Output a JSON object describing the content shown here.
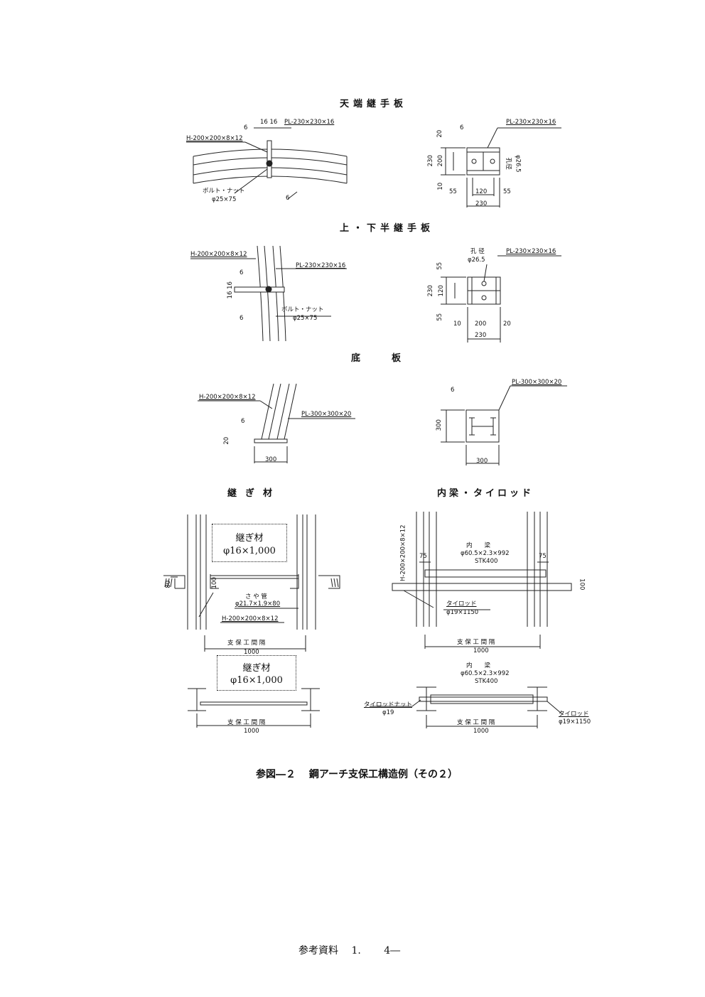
{
  "sections": {
    "crown_plate": "天端継手板",
    "upper_lower_plate": "上・下半継手板",
    "base_plate": "底　　板",
    "tie_member": "継ぎ材",
    "inner_beam": "内梁・タイロッド"
  },
  "crown": {
    "weld_left": "6",
    "dims_top": "16 16",
    "plate": "PL-230×230×16",
    "member": "H-200×200×8×12",
    "bolt_label": "ボルト・ナット",
    "bolt_size": "φ25×75",
    "weld_bottom": "6",
    "right_weld": "6",
    "right_plate": "PL-230×230×16",
    "dim_20": "20",
    "dim_230": "230",
    "dim_200": "200",
    "dim_10": "10",
    "hole_label": "孔径",
    "hole_size": "φ26.5",
    "dim_55a": "55",
    "dim_120": "120",
    "dim_55b": "55",
    "dim_230b": "230"
  },
  "upper": {
    "member": "H-200×200×8×12",
    "weld_top": "6",
    "plate": "PL-230×230×16",
    "dims_side": "16 16",
    "bolt_label": "ボルト・ナット",
    "bolt_size": "φ25×75",
    "weld_bottom": "6",
    "hole_label": "孔 径",
    "hole_size": "φ26.5",
    "right_plate": "PL-230×230×16",
    "dim_55a": "55",
    "dim_230": "230",
    "dim_120": "120",
    "dim_55b": "55",
    "dim_10": "10",
    "dim_200": "200",
    "dim_20": "20",
    "dim_230b": "230"
  },
  "base": {
    "member": "H-200×200×8×12",
    "weld": "6",
    "plate": "PL-300×300×20",
    "dim_20": "20",
    "dim_300": "300",
    "right_weld": "6",
    "right_plate": "PL-300×300×20",
    "dim_300v": "300",
    "dim_300h": "300"
  },
  "tie": {
    "box_title": "継ぎ材",
    "box_size": "φ16×1,000",
    "dim_80": "80",
    "dim_100": "100",
    "sleeve_label": "さ や 管",
    "sleeve_size": "φ21.7×1.9×80",
    "member": "H-200×200×8×12",
    "spacing_label": "支 保 工 間 隔",
    "spacing_value": "1000",
    "box_title2": "継ぎ材",
    "box_size2": "φ16×1,000",
    "spacing_label2": "支 保 工 間 隔",
    "spacing_value2": "1000"
  },
  "beam": {
    "member_vertical": "H-200×200×8×12",
    "inner_label": "内　　梁",
    "pipe_size": "φ60.5×2.3×992",
    "pipe_grade": "STK400",
    "dim_75a": "75",
    "dim_75b": "75",
    "dim_100": "100",
    "rod_label": "タイロッド",
    "rod_size": "φ19×1150",
    "spacing_label": "支 保 工 間 隔",
    "spacing_value": "1000",
    "inner_label2": "内　　梁",
    "pipe_size2": "φ60.5×2.3×992",
    "pipe_grade2": "STK400",
    "nut_label": "タイロッドナット",
    "nut_size": "φ19",
    "rod_label2": "タイロッド",
    "rod_size2": "φ19×1150",
    "spacing_label2": "支 保 工 間 隔",
    "spacing_value2": "1000"
  },
  "caption": "参図―２　 鋼アーチ支保工構造例（その２）",
  "footer": "参考資料　 1.　　 4―"
}
